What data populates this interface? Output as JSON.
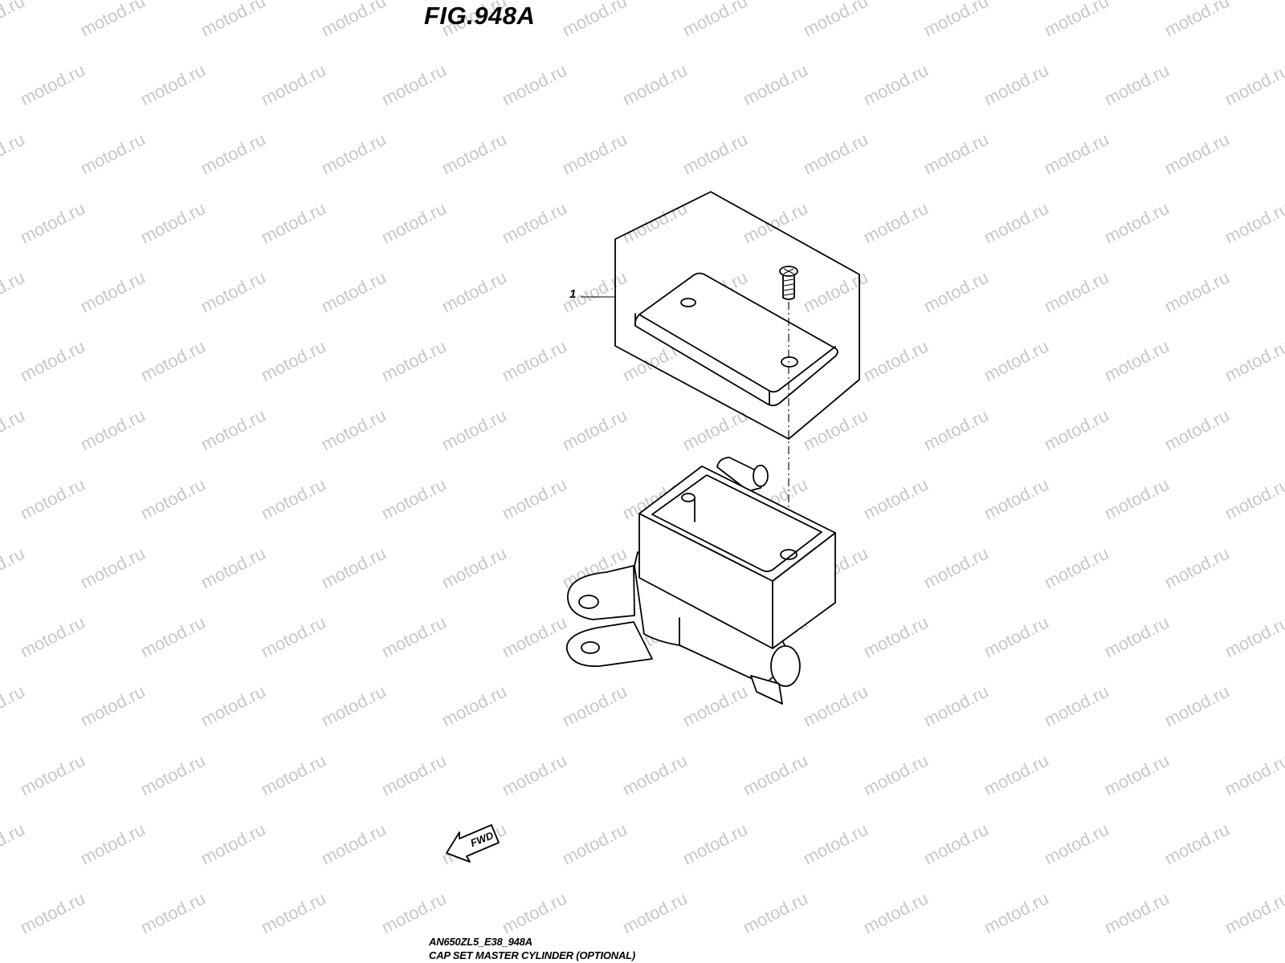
{
  "figure": {
    "title": "FIG.948A"
  },
  "watermark": {
    "text": "motod.ru",
    "color": "#c8c8c8"
  },
  "callouts": [
    {
      "label": "1"
    }
  ],
  "direction": {
    "label": "FWD"
  },
  "footer": {
    "code": "AN650ZL5_E38_948A",
    "caption": "CAP SET MASTER CYLINDER (OPTIONAL)"
  }
}
